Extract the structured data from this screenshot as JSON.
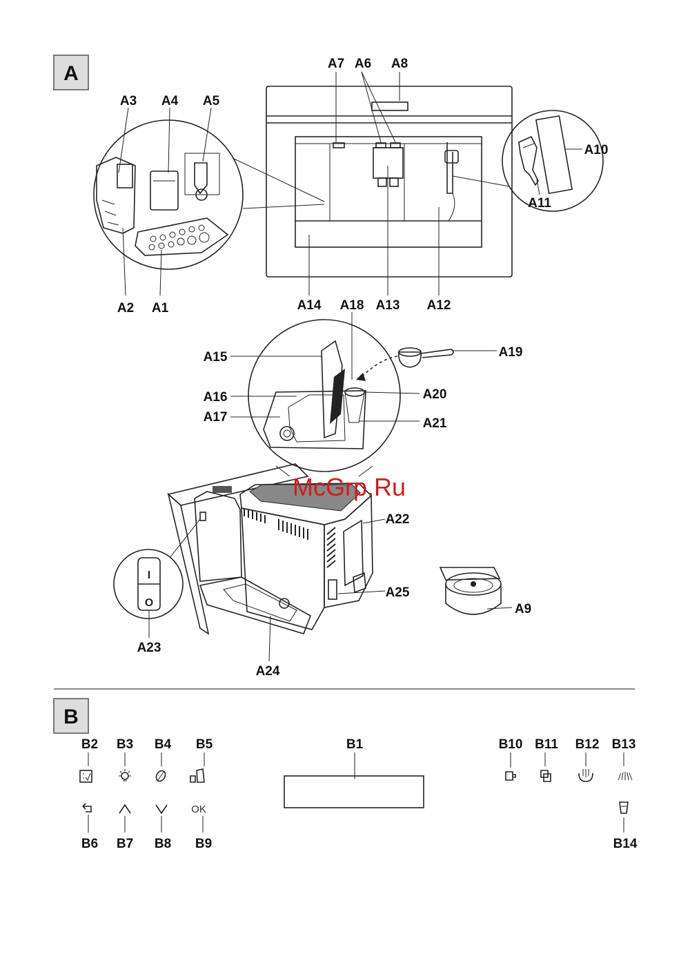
{
  "sections": {
    "a": "A",
    "b": "B"
  },
  "labels": {
    "A1": "A1",
    "A2": "A2",
    "A3": "A3",
    "A4": "A4",
    "A5": "A5",
    "A6": "A6",
    "A7": "A7",
    "A8": "A8",
    "A9": "A9",
    "A10": "A10",
    "A11": "A11",
    "A12": "A12",
    "A13": "A13",
    "A14": "A14",
    "A15": "A15",
    "A16": "A16",
    "A17": "A17",
    "A18": "A18",
    "A19": "A19",
    "A20": "A20",
    "A21": "A21",
    "A22": "A22",
    "A23": "A23",
    "A24": "A24",
    "A25": "A25",
    "B1": "B1",
    "B2": "B2",
    "B3": "B3",
    "B4": "B4",
    "B5": "B5",
    "B6": "B6",
    "B7": "B7",
    "B8": "B8",
    "B9": "B9",
    "B10": "B10",
    "B11": "B11",
    "B12": "B12",
    "B13": "B13",
    "B14": "B14"
  },
  "switch_marks": {
    "on": "I",
    "off": "O"
  },
  "ok_text": "OK",
  "watermark": "McGrp.Ru",
  "icons": {
    "B2": "menu-checklist-icon",
    "B3": "light-bulb-icon",
    "B4": "coffee-bean-icon",
    "B5": "milk-jug-icon",
    "B6": "back-arrow-icon",
    "B7": "up-arrow-icon",
    "B8": "down-arrow-icon",
    "B9": "ok-icon",
    "B10": "single-cup-icon",
    "B11": "double-cup-icon",
    "B12": "hot-water-icon",
    "B13": "steam-icon",
    "B14": "milk-glass-icon"
  },
  "colors": {
    "watermark": "#cc1f1f",
    "ink": "#222222"
  }
}
